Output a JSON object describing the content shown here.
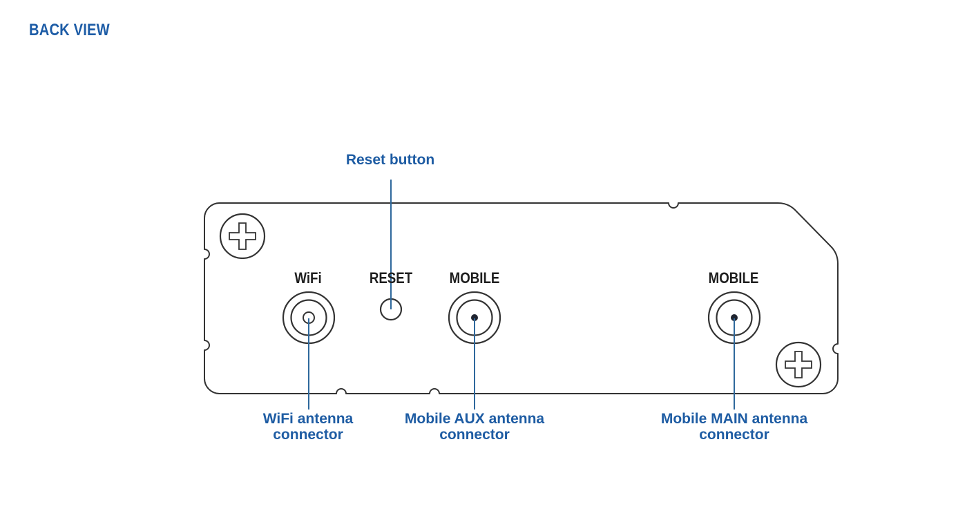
{
  "title": "BACK VIEW",
  "device": {
    "name": "router back panel",
    "port_labels": {
      "wifi": "WiFi",
      "reset": "RESET",
      "mobile_aux": "MOBILE",
      "mobile_main": "MOBILE"
    }
  },
  "callouts": {
    "reset": "Reset button",
    "wifi": "WiFi antenna\nconnector",
    "mobile_aux": "Mobile AUX antenna\nconnector",
    "mobile_main": "Mobile MAIN antenna\nconnector"
  },
  "icons": {
    "screw": "phillips-screw-icon",
    "wifi_connector": "coax-connector-icon",
    "mobile_aux_connector": "coax-connector-icon",
    "mobile_main_connector": "coax-connector-icon",
    "reset_button": "reset-hole-icon"
  },
  "colors": {
    "heading_blue": "#1d5ca6",
    "callout_blue": "#1e5ca3",
    "leader_line_blue": "#2e689c",
    "outline_dark": "#333333",
    "panel_label_dark": "#1f1f1f",
    "connector_dot_dark": "#1f2430",
    "background": "#ffffff"
  }
}
